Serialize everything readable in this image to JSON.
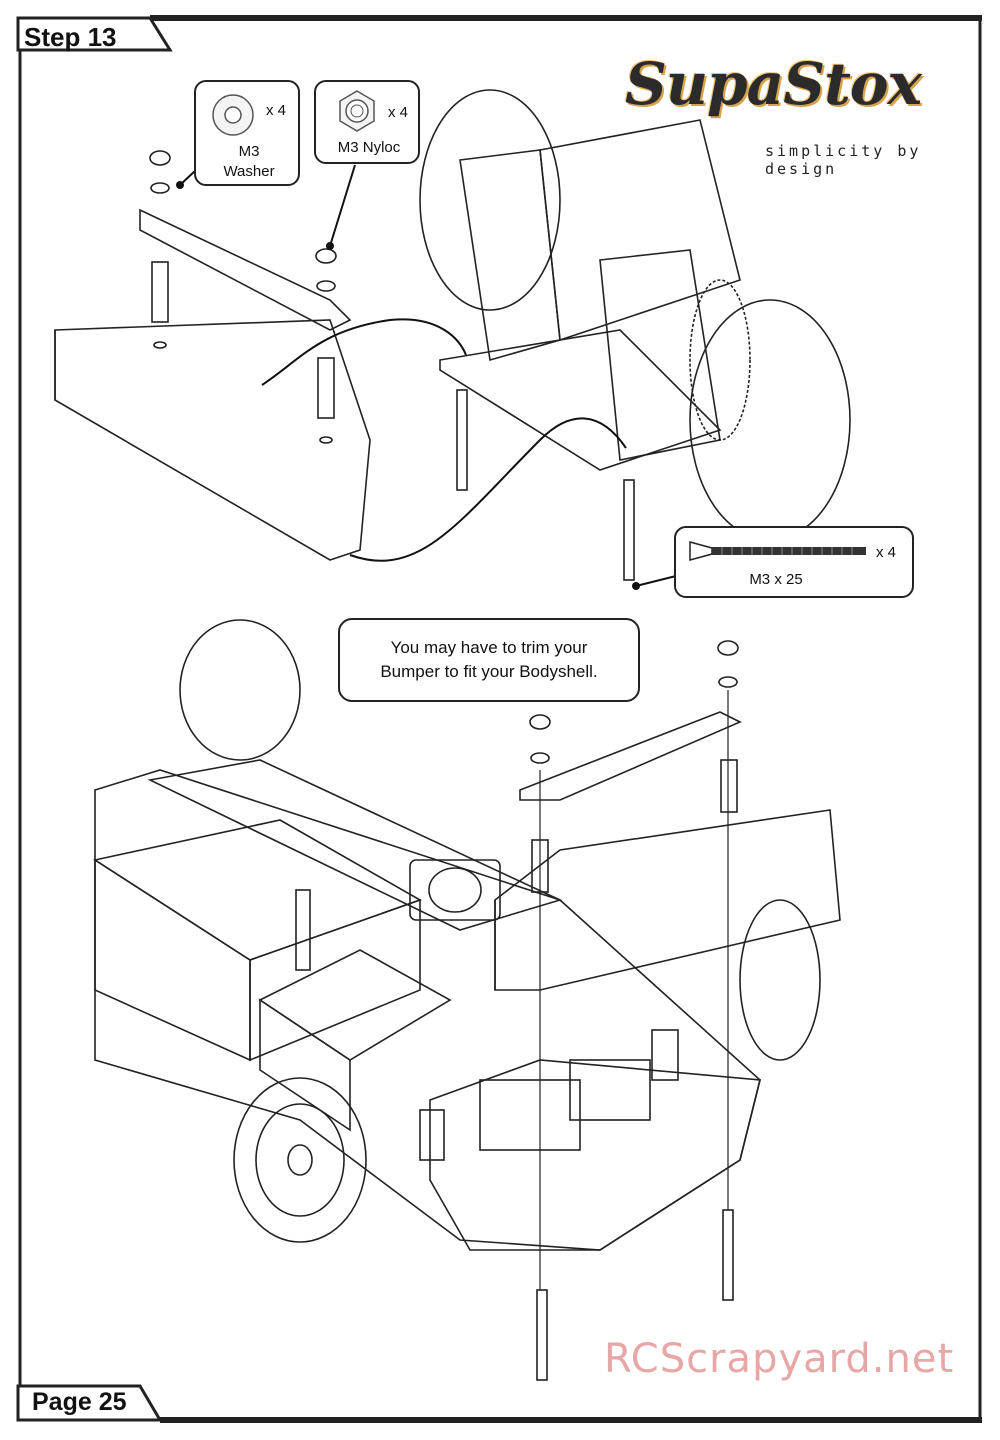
{
  "header": {
    "step_label": "Step 13"
  },
  "footer": {
    "page_label": "Page 25"
  },
  "logo": {
    "name": "SupaStox",
    "tagline": "simplicity by design"
  },
  "parts": [
    {
      "qty": "x 4",
      "name_line1": "M3",
      "name_line2": "Washer",
      "icon": "washer-icon"
    },
    {
      "qty": "x 4",
      "name_line1": "M3 Nyloc",
      "name_line2": "",
      "icon": "nyloc-nut-icon"
    },
    {
      "qty": "x 4",
      "name_line1": "M3 x 25",
      "name_line2": "",
      "icon": "screw-icon"
    }
  ],
  "note": {
    "line1": "You may have to trim your",
    "line2": "Bumper to fit your Bodyshell."
  },
  "watermark": "RCScrapyard.net",
  "colors": {
    "frame": "#222222",
    "watermark": "#e7a7a7",
    "logo_accent": "#d8a24a"
  }
}
